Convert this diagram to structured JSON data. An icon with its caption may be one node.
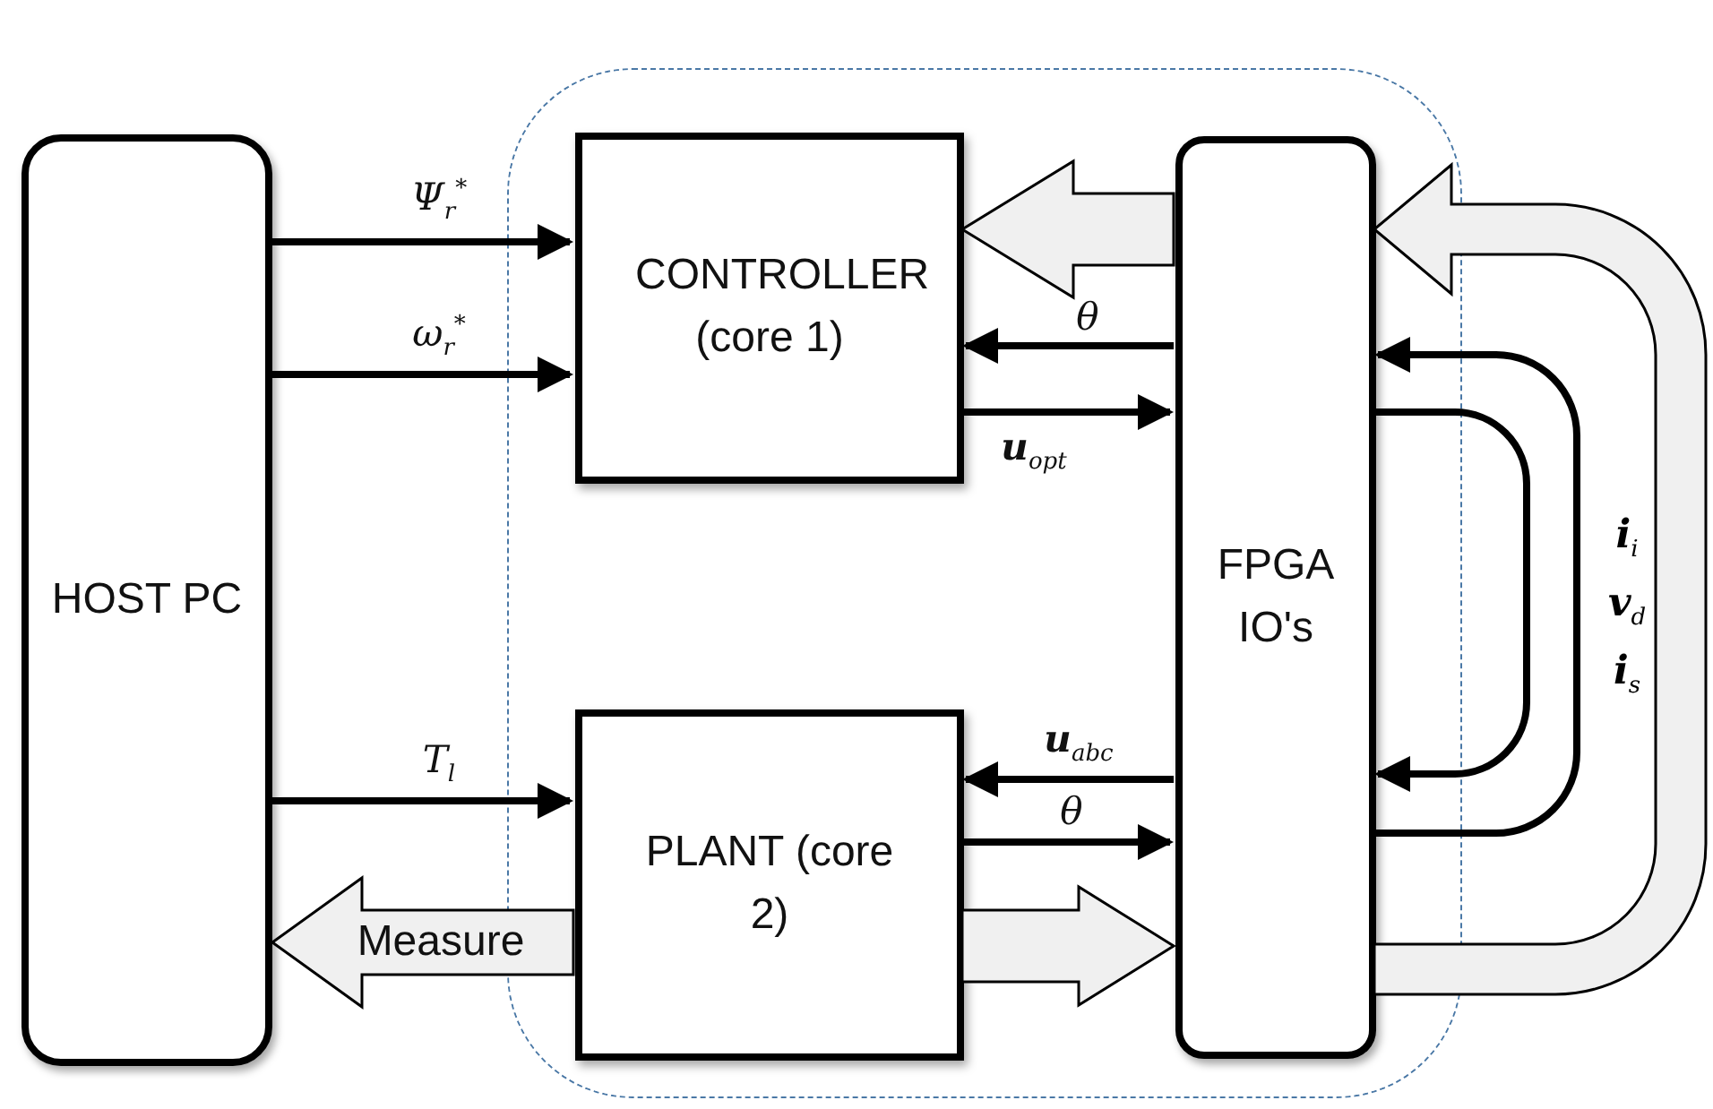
{
  "diagram": {
    "nodes": [
      {
        "text": [
          "HOST PC"
        ]
      },
      {
        "text": [],
        "shape": "box"
      },
      {
        "text": [
          "CONTROLLER (core 1)"
        ],
        "in": 1
      },
      {
        "text": [
          "PLANT (core 2)"
        ],
        "in": 1
      },
      {
        "text": [
          "FPGA IO's"
        ],
        "in": 1
      }
    ],
    "edges": [
      {
        "from": 0,
        "to": 2,
        "arrow": "to",
        "label": "Ψ$_{r}$$^{*}$"
      },
      {
        "from": 0,
        "to": 2,
        "arrow": "to",
        "label": "ω$_{r}$$^{*}$"
      },
      {
        "from": 0,
        "to": 3,
        "arrow": "to",
        "label": "T$_{l}$"
      },
      {
        "from": 3,
        "to": 0,
        "arrow": "to",
        "label": "Measure",
        "style": "thick"
      },
      {
        "from": 4,
        "to": 2,
        "arrow": "to",
        "style": "thick"
      },
      {
        "from": 4,
        "to": 2,
        "arrow": "to",
        "label": "θ"
      },
      {
        "from": 2,
        "to": 4,
        "arrow": "to",
        "label": "**u**$_{opt}$"
      },
      {
        "from": 4,
        "to": 3,
        "arrow": "to",
        "label": "**u**$_{abc}$"
      },
      {
        "from": 3,
        "to": 4,
        "arrow": "to",
        "label": "θ"
      },
      {
        "from": 3,
        "to": 4,
        "arrow": "to",
        "style": "thick"
      },
      {
        "from": 4,
        "to": 4,
        "arrow": "to"
      },
      {
        "from": 4,
        "to": 4,
        "arrow": "to"
      },
      {
        "from": 4,
        "to": 4,
        "arrow": "to",
        "style": "thick"
      }
    ],
    "labels": [
      "i$_{i}$",
      "v$_{d}$",
      "i$_{s}$"
    ]
  }
}
